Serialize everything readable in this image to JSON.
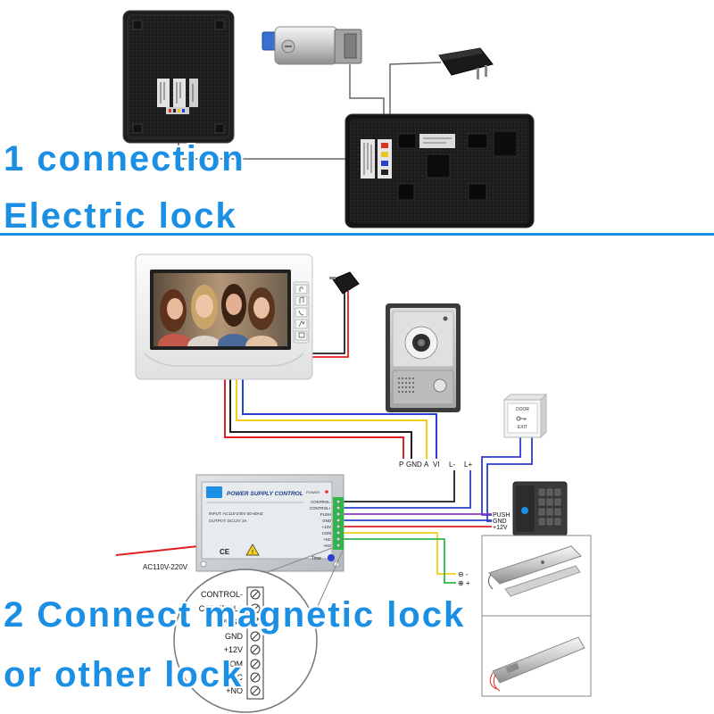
{
  "section_1": {
    "title": "1 connection",
    "subtitle": "Electric lock"
  },
  "section_2": {
    "title": "2 Connect magnetic lock",
    "subtitle": "or other lock"
  },
  "colors": {
    "accent_blue": "#1b8fe3",
    "wire_red": "#e02020",
    "wire_black": "#1e1e1e",
    "wire_yellow": "#f0cf14",
    "wire_blue": "#2b3fd0",
    "wire_green": "#2fb84a",
    "wire_purple": "#8a3ab9",
    "wire_gray": "#666666"
  },
  "power_supply": {
    "title": "POWER SUPPLY CONTROL",
    "input": "INPUT: AC110-240V 50-60HZ",
    "output": "OUTPUT: DC12V 3A",
    "power_indicator": "POWER",
    "certification": "CE",
    "time_label": "Time",
    "terminals": [
      "CONTROL-",
      "CONTROL+",
      "PUSH",
      "GND",
      "+12V",
      "COM",
      "+NC",
      "+NO"
    ]
  },
  "ac_input": "AC110V-220V",
  "monitor_wire_labels": [
    "P",
    "GND",
    "A",
    "VI"
  ],
  "lock_wire_labels": [
    "L-",
    "L+"
  ],
  "keypad_wire_labels": [
    "PUSH",
    "GND",
    "+12V"
  ],
  "lock_polarity": [
    "⊖ -",
    "⊕ +"
  ],
  "exit_button": [
    "DOOR",
    "EXIT"
  ],
  "zoom_terminals": [
    "CONTROL-",
    "CONTROL+",
    "PUSH",
    "GND",
    "+12V",
    "COM",
    "+NC",
    "+NO"
  ],
  "icons": [
    "unlock-icon",
    "music-icon",
    "phone-icon",
    "intercom-icon",
    "monitor-icon",
    "key-icon",
    "warning-icon"
  ]
}
